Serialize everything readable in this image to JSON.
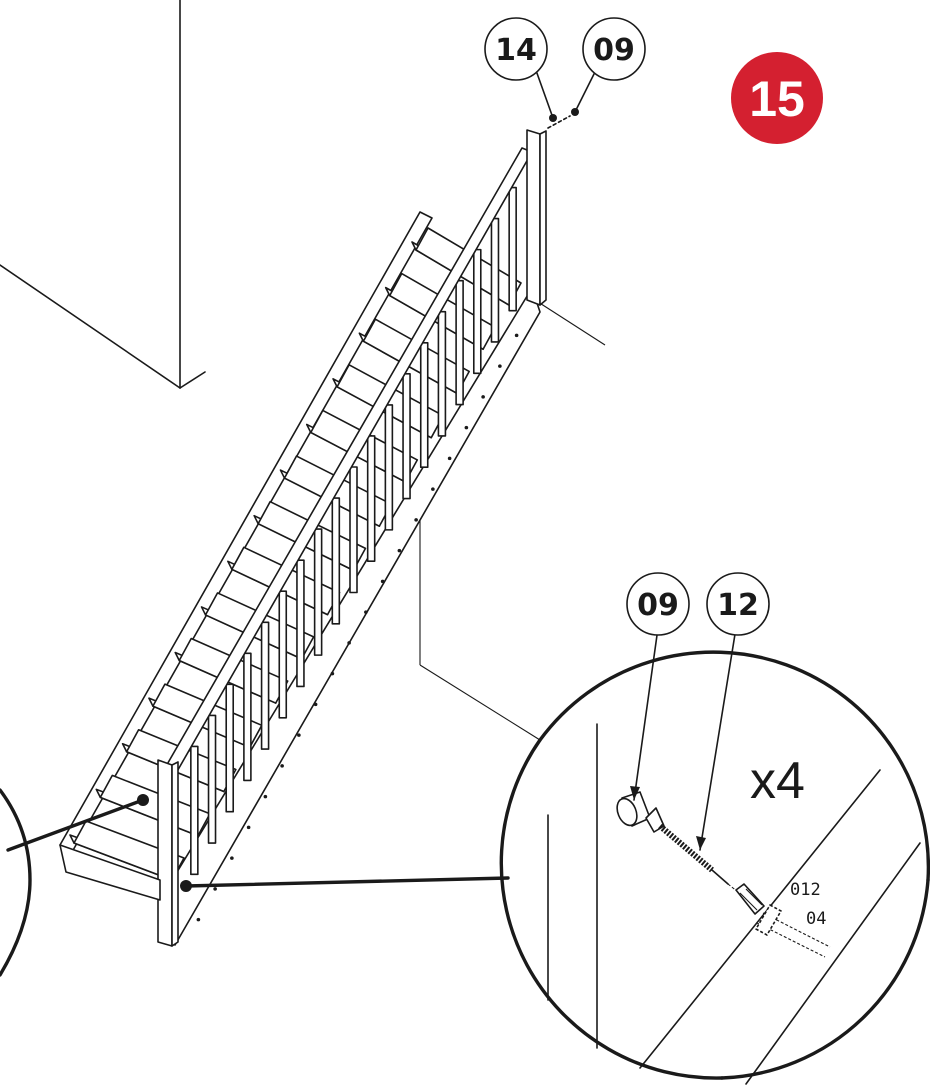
{
  "step_number": "15",
  "colors": {
    "step_badge": "#d42030",
    "line": "#1a1a1a",
    "background": "#ffffff"
  },
  "top_callouts": [
    "14",
    "09"
  ],
  "detail_callouts": [
    "09",
    "12"
  ],
  "detail_quantity": "x4",
  "detail_codes": [
    "012",
    "04"
  ],
  "icons": [
    "screw-icon",
    "plug-icon",
    "dowel-icon"
  ]
}
